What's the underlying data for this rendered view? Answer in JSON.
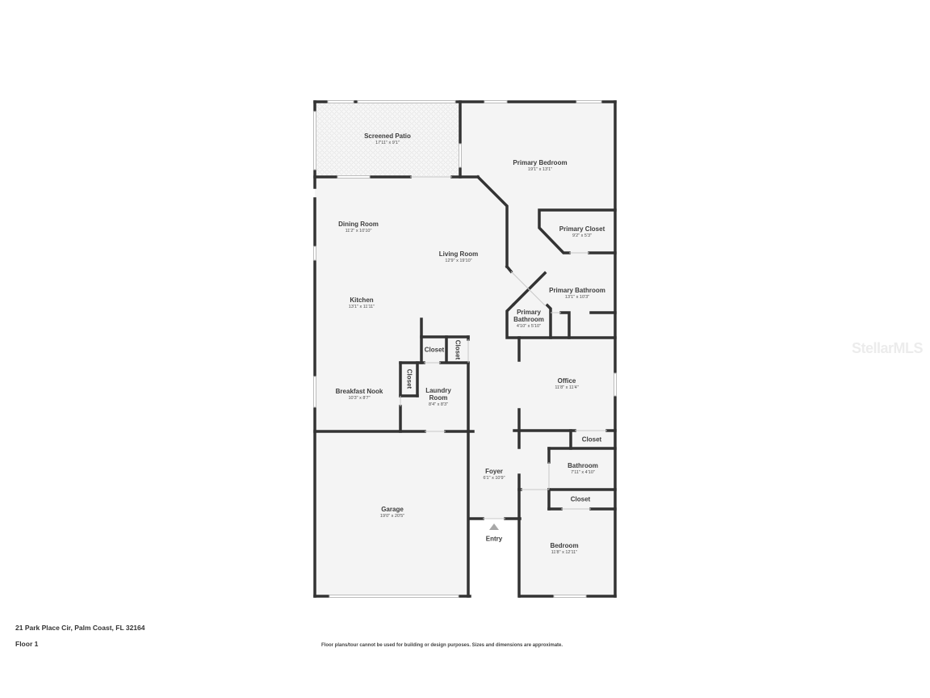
{
  "floorplan": {
    "floor_label": "Floor 1",
    "address": "21 Park Place Cir, Palm Coast, FL 32164",
    "disclaimer": "Floor plans/tour cannot be used for building or design purposes. Sizes and dimensions are approximate.",
    "watermark": "StellarMLS",
    "entry_label": "Entry",
    "colors": {
      "wall": "#333333",
      "floor": "#f4f4f4",
      "window": "#ffffff",
      "patio_pattern": "#e2e2e2",
      "entry_arrow": "#a8a8a8"
    },
    "rooms": [
      {
        "name": "Screened Patio",
        "dims": "17'11\" x 9'1\""
      },
      {
        "name": "Primary Bedroom",
        "dims": "19'1\" x 13'1\""
      },
      {
        "name": "Primary Closet",
        "dims": "9'2\" x 5'3\""
      },
      {
        "name": "Dining Room",
        "dims": "11'2\" x 10'10\""
      },
      {
        "name": "Living Room",
        "dims": "12'9\" x 19'10\""
      },
      {
        "name": "Primary Bathroom",
        "dims": "13'1\" x 10'3\""
      },
      {
        "name": "Primary Bathroom",
        "dims": "4'10\" x 5'10\""
      },
      {
        "name": "Kitchen",
        "dims": "13'1\" x 11'11\""
      },
      {
        "name": "Closet",
        "dims": ""
      },
      {
        "name": "Closet",
        "dims": ""
      },
      {
        "name": "Closet",
        "dims": ""
      },
      {
        "name": "Breakfast Nook",
        "dims": "10'3\" x 8'7\""
      },
      {
        "name": "Laundry Room",
        "dims": "8'4\" x 8'3\""
      },
      {
        "name": "Office",
        "dims": "11'8\" x 11'4\""
      },
      {
        "name": "Closet",
        "dims": ""
      },
      {
        "name": "Bathroom",
        "dims": "7'11\" x 4'10\""
      },
      {
        "name": "Closet",
        "dims": ""
      },
      {
        "name": "Foyer",
        "dims": "6'1\" x 10'9\""
      },
      {
        "name": "Garage",
        "dims": "19'0\" x 20'5\""
      },
      {
        "name": "Bedroom",
        "dims": "11'8\" x 12'11\""
      }
    ]
  }
}
